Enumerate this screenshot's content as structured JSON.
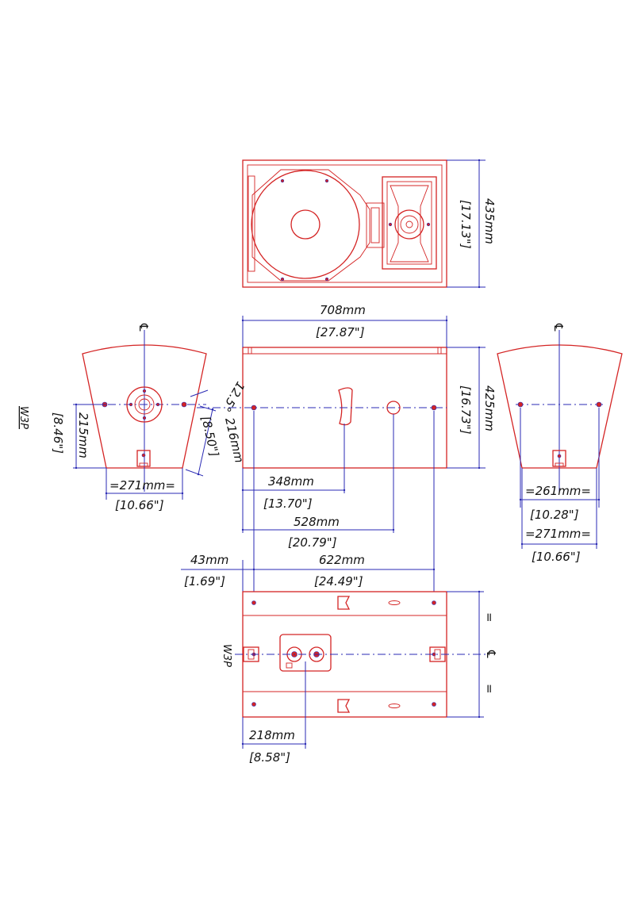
{
  "model_label": "W3P",
  "centerline_symbol": "℄",
  "equal_mark": "=",
  "top_view": {
    "depth_mm": "435mm",
    "depth_in": "[17.13\"]"
  },
  "front_view": {
    "width_mm": "708mm",
    "width_in": "[27.87\"]",
    "height_mm": "425mm",
    "height_in": "[16.73\"]",
    "dim_348_mm": "348mm",
    "dim_348_in": "[13.70\"]",
    "dim_528_mm": "528mm",
    "dim_528_in": "[20.79\"]",
    "dim_43_mm": "43mm",
    "dim_43_in": "[1.69\"]",
    "dim_622_mm": "622mm",
    "dim_622_in": "[24.49\"]"
  },
  "left_view": {
    "angle": "12.5°",
    "height_mm": "215mm",
    "height_in": "[8.46\"]",
    "slant_mm": "216mm",
    "slant_in": "[8.50\"]",
    "width_mm": "=271mm=",
    "width_in": "[10.66\"]"
  },
  "right_view": {
    "width1_mm": "=261mm=",
    "width1_in": "[10.28\"]",
    "width2_mm": "=271mm=",
    "width2_in": "[10.66\"]"
  },
  "bottom_view": {
    "dim_218_mm": "218mm",
    "dim_218_in": "[8.58\"]"
  }
}
